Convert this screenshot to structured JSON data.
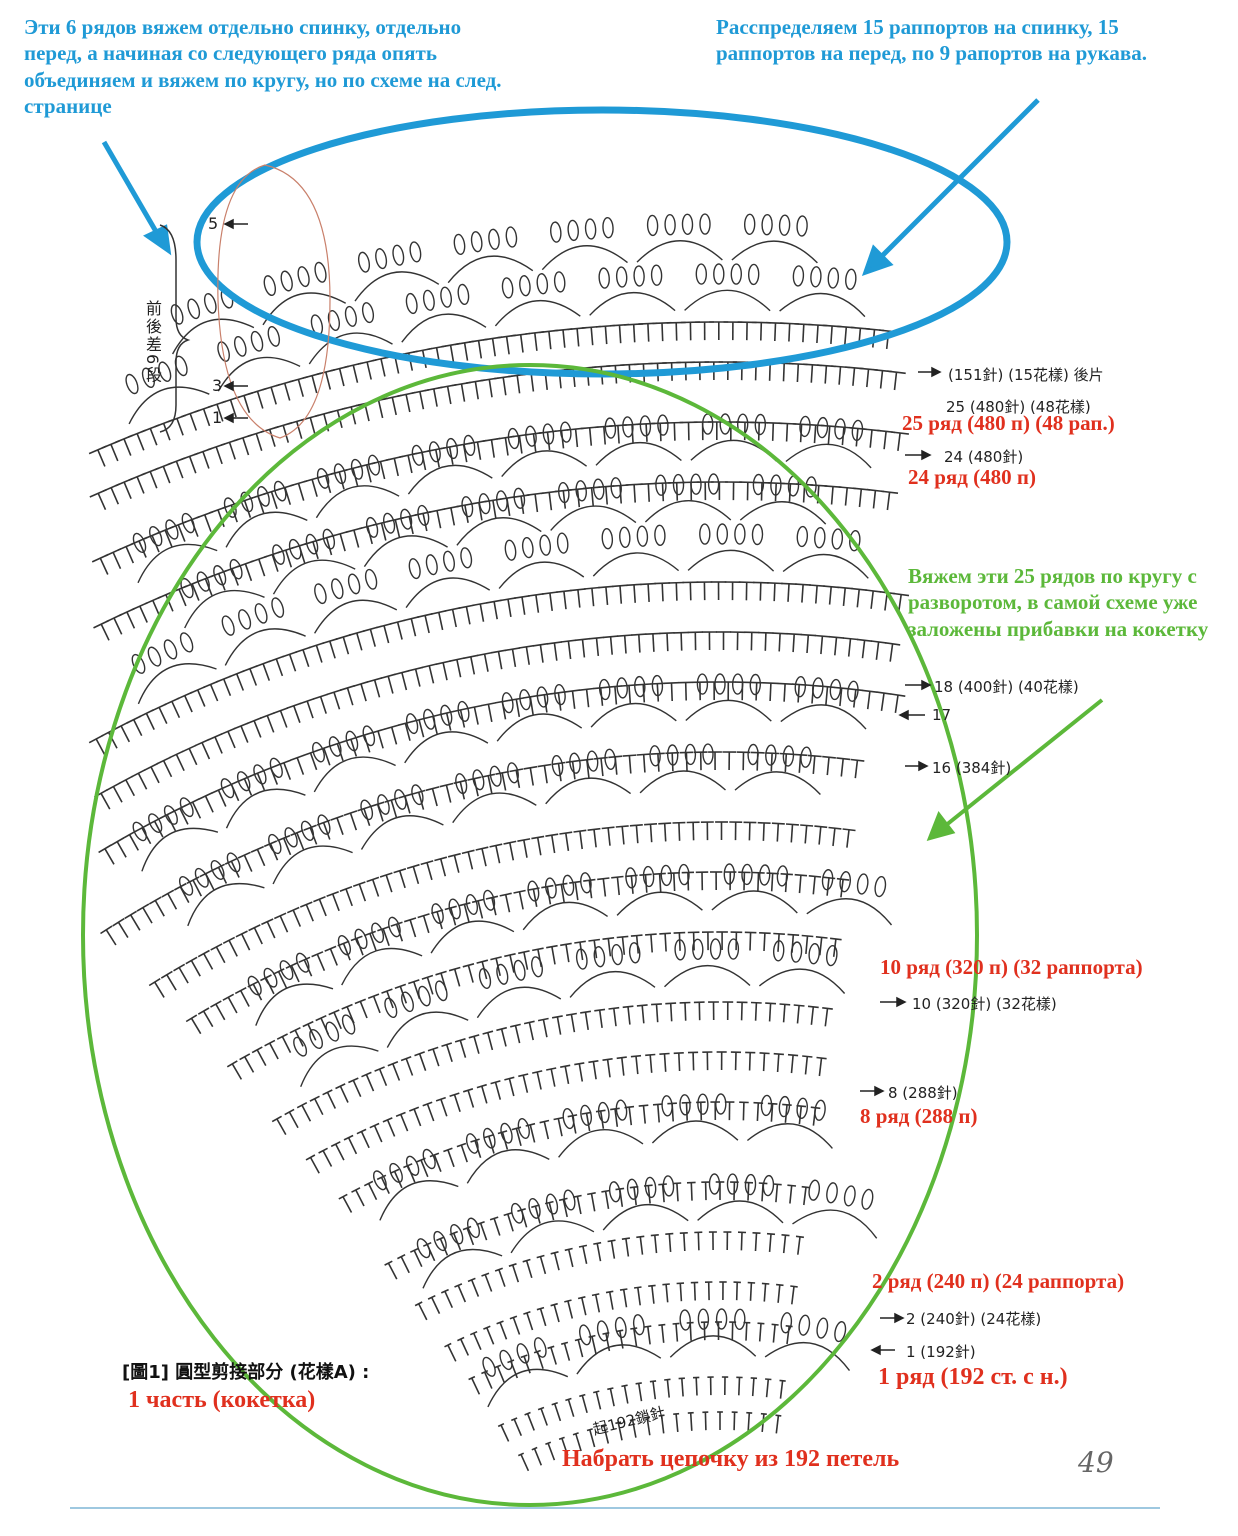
{
  "annotations": {
    "top_left": "Эти 6 рядов вяжем отдельно спинку, отдельно перед, а начиная со следующего ряда опять объединяем и вяжем по кругу, но по схеме на след. странице",
    "top_right": "Расспределяем 15 раппортов на спинку, 15 раппортов на перед, по 9 рапортов на рукава.",
    "right_middle": "Вяжем эти 25 рядов по кругу с разворотом, в самой схеме уже заложены прибавки на кокетку",
    "row25": "25 ряд (480 п) (48 рап.)",
    "row24": "24 ряд (480 п)",
    "row10": "10 ряд (320 п) (32 раппорта)",
    "row8": "8 ряд (288 п)",
    "row2": "2 ряд (240 п) (24 раппорта)",
    "row1": "1 ряд (192 ст. с н.)",
    "part": "1 часть (кокетка)",
    "chain": "Набрать цепочку из 192 петель"
  },
  "labels": {
    "back_piece": "(151針) (15花樣) 後片",
    "r25": "25 (480針) (48花樣)",
    "r24": "24 (480針)",
    "r18": "18 (400針) (40花樣)",
    "r17": "17",
    "r16": "16 (384針)",
    "r10": "10 (320針) (32花樣)",
    "r8": "8 (288針)",
    "r2": "2 (240針) (24花樣)",
    "r1": "1 (192針)",
    "start_chain": "起192鎖針",
    "figure_title": "[圖1] 圓型剪接部分 (花樣A) :",
    "side_note": "前後差6段",
    "left_rows": [
      "5",
      "3",
      "1"
    ],
    "page_number": "49"
  },
  "colors": {
    "blue": "#1f9ad6",
    "green": "#5cb83a",
    "red": "#e0301e"
  }
}
